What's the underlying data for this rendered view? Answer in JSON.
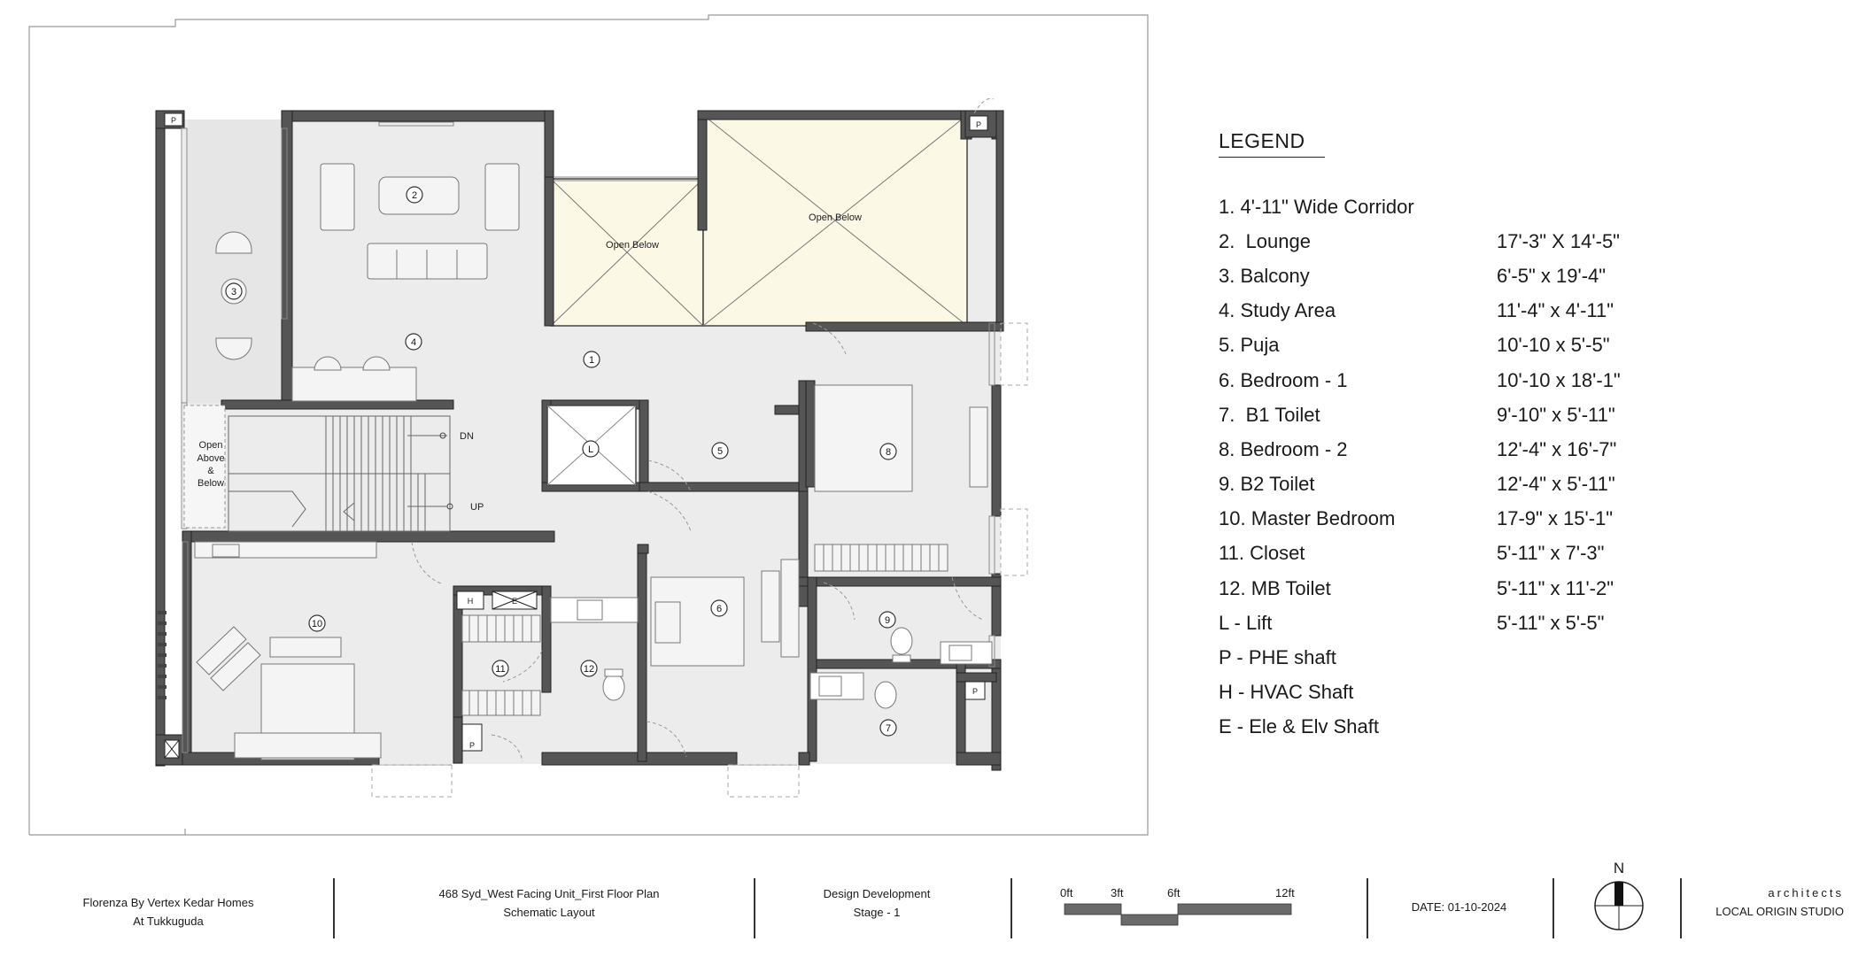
{
  "plan": {
    "rooms": [
      {
        "num": "1"
      },
      {
        "num": "2"
      },
      {
        "num": "3"
      },
      {
        "num": "4"
      },
      {
        "num": "5"
      },
      {
        "num": "6"
      },
      {
        "num": "7"
      },
      {
        "num": "8"
      },
      {
        "num": "9"
      },
      {
        "num": "10"
      },
      {
        "num": "11"
      },
      {
        "num": "12"
      },
      {
        "num": "L"
      }
    ],
    "labels": {
      "open_below": "Open Below",
      "open_above_below": [
        "Open",
        "Above",
        "&",
        "Below"
      ],
      "dn": "DN",
      "up": "UP",
      "shaft_p": "P",
      "shaft_h": "H",
      "shaft_e": "E"
    }
  },
  "legend": {
    "title": "LEGEND",
    "items": [
      {
        "label": "1. 4'-11\" Wide Corridor",
        "dim": ""
      },
      {
        "label": "2.  Lounge",
        "dim": "17'-3\" X 14'-5\""
      },
      {
        "label": "3. Balcony",
        "dim": "6'-5\" x 19'-4\""
      },
      {
        "label": "4. Study Area",
        "dim": "11'-4\" x 4'-11\""
      },
      {
        "label": "5. Puja",
        "dim": "10'-10 x 5'-5\""
      },
      {
        "label": "6. Bedroom - 1",
        "dim": "10'-10 x 18'-1\""
      },
      {
        "label": "7.  B1 Toilet",
        "dim": "9'-10\" x 5'-11\""
      },
      {
        "label": "8. Bedroom - 2",
        "dim": "12'-4\" x 16'-7\""
      },
      {
        "label": "9. B2 Toilet",
        "dim": "12'-4\" x 5'-11\""
      },
      {
        "label": "10. Master Bedroom",
        "dim": "17-9\" x 15'-1\""
      },
      {
        "label": "11. Closet",
        "dim": "5'-11\" x 7'-3\""
      },
      {
        "label": "12. MB Toilet",
        "dim": "5'-11\" x 11'-2\""
      },
      {
        "label": "L - Lift",
        "dim": "5'-11\" x 5'-5\""
      },
      {
        "label": "P - PHE shaft",
        "dim": ""
      },
      {
        "label": "H - HVAC Shaft",
        "dim": ""
      },
      {
        "label": "E - Ele & Elv Shaft",
        "dim": ""
      }
    ]
  },
  "title_block": {
    "project_line1": "Florenza By Vertex Kedar Homes",
    "project_line2": "At Tukkuguda",
    "drawing_line1": "468 Syd_West Facing Unit_First Floor Plan",
    "drawing_line2": "Schematic Layout",
    "stage_line1": "Design Development",
    "stage_line2": "Stage - 1",
    "scale_labels": [
      "0ft",
      "3ft",
      "6ft",
      "12ft"
    ],
    "date": "DATE: 01-10-2024",
    "north": "N",
    "firm_line1": "architects",
    "firm_line2": "LOCAL ORIGIN STUDIO"
  },
  "colors": {
    "wall": "#555555",
    "floor": "#ececec",
    "open_below": "#fbf8e6",
    "line": "#333333"
  }
}
